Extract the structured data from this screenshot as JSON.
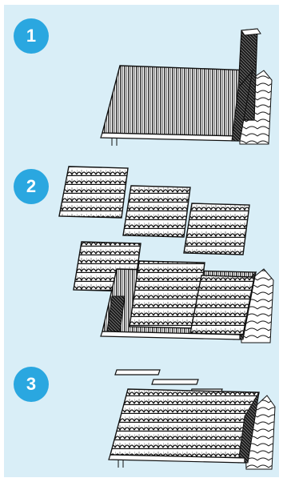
{
  "steps": [
    {
      "number": "1"
    },
    {
      "number": "2"
    },
    {
      "number": "3"
    }
  ],
  "colors": {
    "panel_background": "#d9eef7",
    "badge": "#2aa7e0",
    "line_art": "#111111"
  }
}
